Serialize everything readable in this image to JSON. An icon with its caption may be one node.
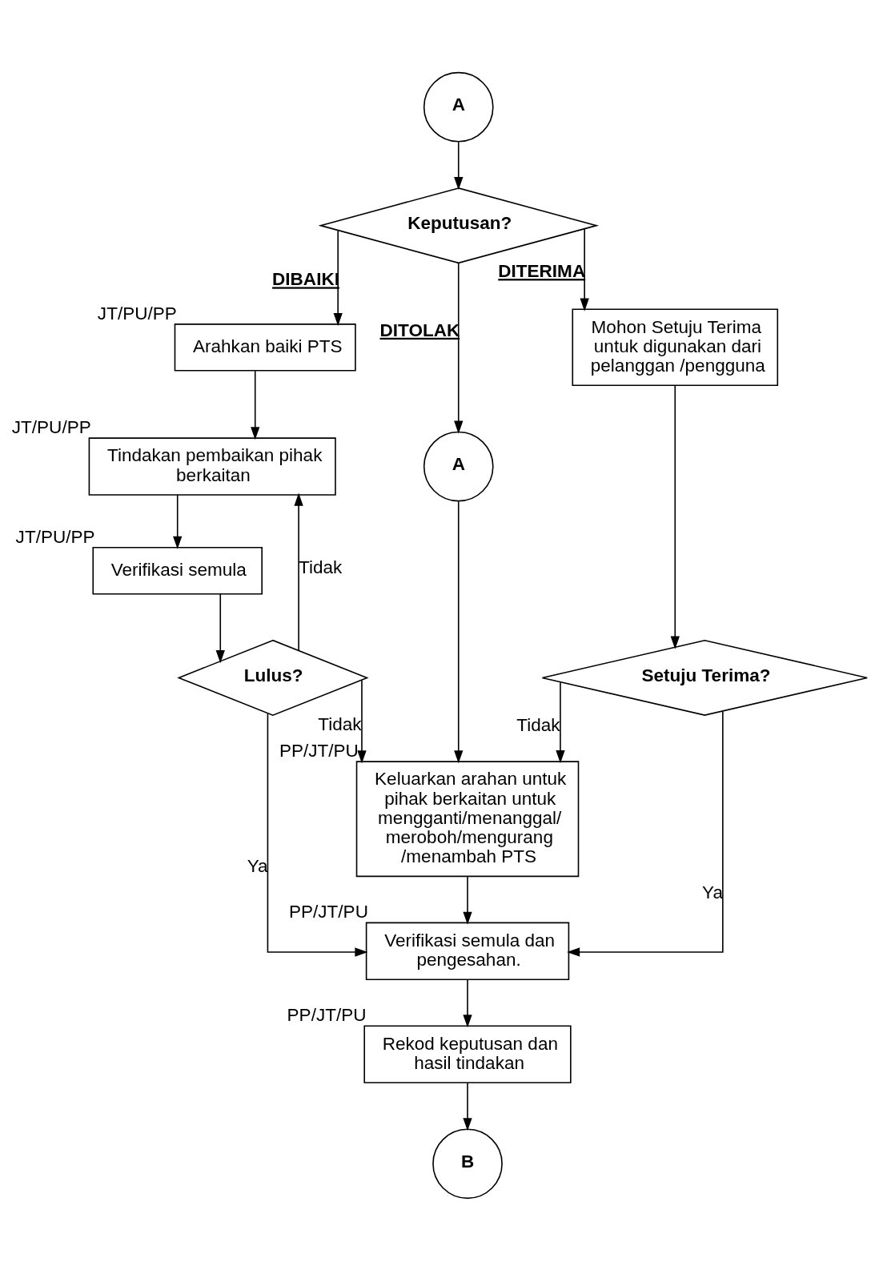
{
  "diagram": {
    "nodes": [
      {
        "text": [
          "A"
        ]
      },
      {
        "text": [
          "Keputusan?"
        ]
      },
      {
        "text": [
          "Arahkan baiki PTS"
        ],
        "beside": [
          "JT/PU/PP"
        ]
      },
      {
        "text": [
          "Mohon Setuju Terima untuk digunakan dari pelanggan /pengguna"
        ]
      },
      {
        "text": [
          "A"
        ]
      },
      {
        "text": [
          "Tindakan pembaikan pihak berkaitan"
        ],
        "beside": [
          "JT/PU/PP"
        ]
      },
      {
        "text": [
          "Verifikasi semula"
        ],
        "beside": [
          "JT/PU/PP"
        ]
      },
      {
        "text": [
          "Setuju Terima?"
        ]
      },
      {
        "text": [
          "Lulus?"
        ]
      },
      {
        "text": [
          "Keluarkan arahan untuk pihak berkaitan untuk mengganti/menanggal/ meroboh/mengurang /menambah PTS"
        ],
        "beside": [
          "PP/JT/PU"
        ]
      },
      {
        "text": [
          "Verifikasi semula dan pengesahan."
        ],
        "beside": [
          "PP/JT/PU"
        ]
      },
      {
        "text": [
          "Rekod keputusan dan hasil tindakan"
        ],
        "beside": [
          "PP/JT/PU"
        ]
      },
      {
        "text": [
          "B"
        ]
      }
    ],
    "edges": [
      {
        "from": 0,
        "to": 1,
        "arrow": "to"
      },
      {
        "from": 1,
        "to": 3,
        "arrow": "to",
        "label": "DITERIMA"
      },
      {
        "from": 1,
        "to": 4,
        "arrow": "to",
        "label": "DITOLAK"
      },
      {
        "from": 1,
        "to": 2,
        "arrow": "to",
        "label": "DIBAIKI"
      },
      {
        "from": 2,
        "to": 5,
        "arrow": "to"
      },
      {
        "from": 5,
        "to": 6,
        "arrow": "to"
      },
      {
        "from": 6,
        "to": 8,
        "arrow": "to"
      },
      {
        "from": 3,
        "to": 7,
        "arrow": "to"
      },
      {
        "from": 7,
        "to": 9,
        "arrow": "to",
        "label": "Tidak"
      },
      {
        "from": 7,
        "to": 10,
        "arrow": "to",
        "label": "Ya"
      },
      {
        "from": 4,
        "to": 9,
        "arrow": "to"
      },
      {
        "from": 8,
        "to": 9,
        "arrow": "to",
        "label": "Tidak"
      },
      {
        "from": 8,
        "to": 5,
        "arrow": "to",
        "label": "Tidak"
      },
      {
        "from": 8,
        "to": 10,
        "arrow": "to",
        "label": "Ya"
      },
      {
        "from": 9,
        "to": 10,
        "arrow": "to"
      },
      {
        "from": 10,
        "to": 11,
        "arrow": "to"
      },
      {
        "from": 11,
        "to": 12,
        "arrow": "to"
      }
    ]
  }
}
